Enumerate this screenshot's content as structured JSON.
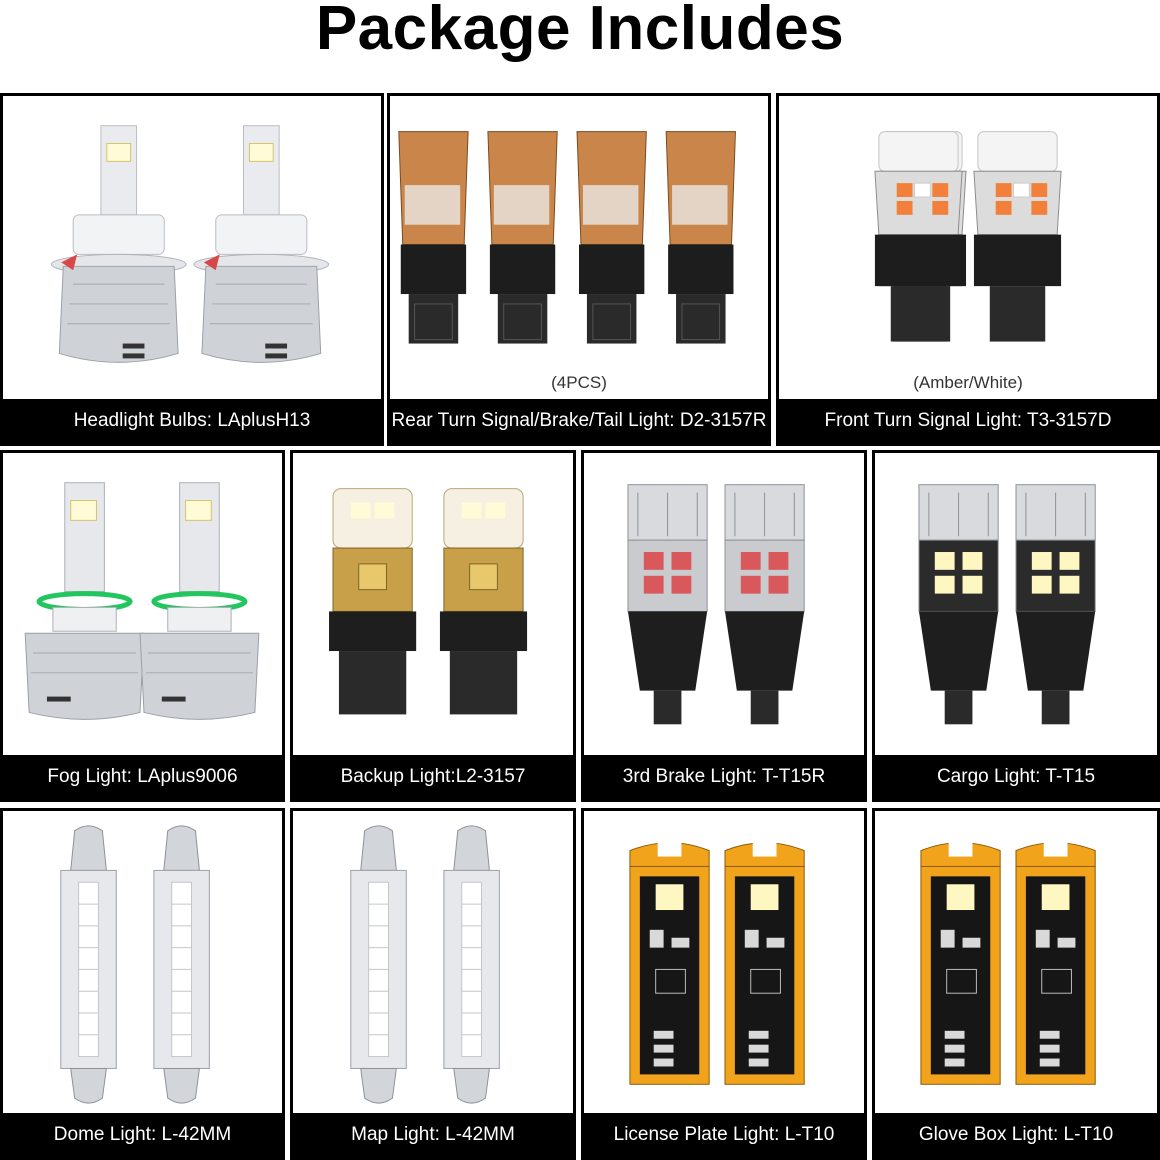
{
  "title": "Package Includes",
  "panels": [
    {
      "id": "headlight",
      "caption": "Headlight Bulbs: LAplusH13",
      "note": ""
    },
    {
      "id": "rear-turn",
      "caption": "Rear Turn Signal/Brake/Tail Light: D2-3157R",
      "note": "(4PCS)"
    },
    {
      "id": "front-turn",
      "caption": "Front Turn Signal Light: T3-3157D",
      "note": "(Amber/White)"
    },
    {
      "id": "fog",
      "caption": "Fog Light: LAplus9006",
      "note": ""
    },
    {
      "id": "backup",
      "caption": "Backup Light:L2-3157",
      "note": ""
    },
    {
      "id": "third-brake",
      "caption": "3rd Brake Light: T-T15R",
      "note": ""
    },
    {
      "id": "cargo",
      "caption": "Cargo Light: T-T15",
      "note": ""
    },
    {
      "id": "dome",
      "caption": "Dome Light: L-42MM",
      "note": ""
    },
    {
      "id": "map",
      "caption": "Map Light: L-42MM",
      "note": ""
    },
    {
      "id": "license-plate",
      "caption": "License Plate Light: L-T10",
      "note": ""
    },
    {
      "id": "glove-box",
      "caption": "Glove Box Light: L-T10",
      "note": ""
    }
  ],
  "colors": {
    "border": "#000000",
    "caption_bg": "#000000",
    "caption_text": "#ffffff",
    "copper": "#c9854a",
    "gold": "#f2a31c",
    "amber_led": "#f2803a",
    "red_led": "#d9585b",
    "fog_ring": "#22c55e"
  },
  "icons": [
    "headlight-bulb-icon",
    "3157-bulb-icon",
    "t15-bulb-icon",
    "festoon-bulb-icon",
    "t10-bulb-icon"
  ]
}
